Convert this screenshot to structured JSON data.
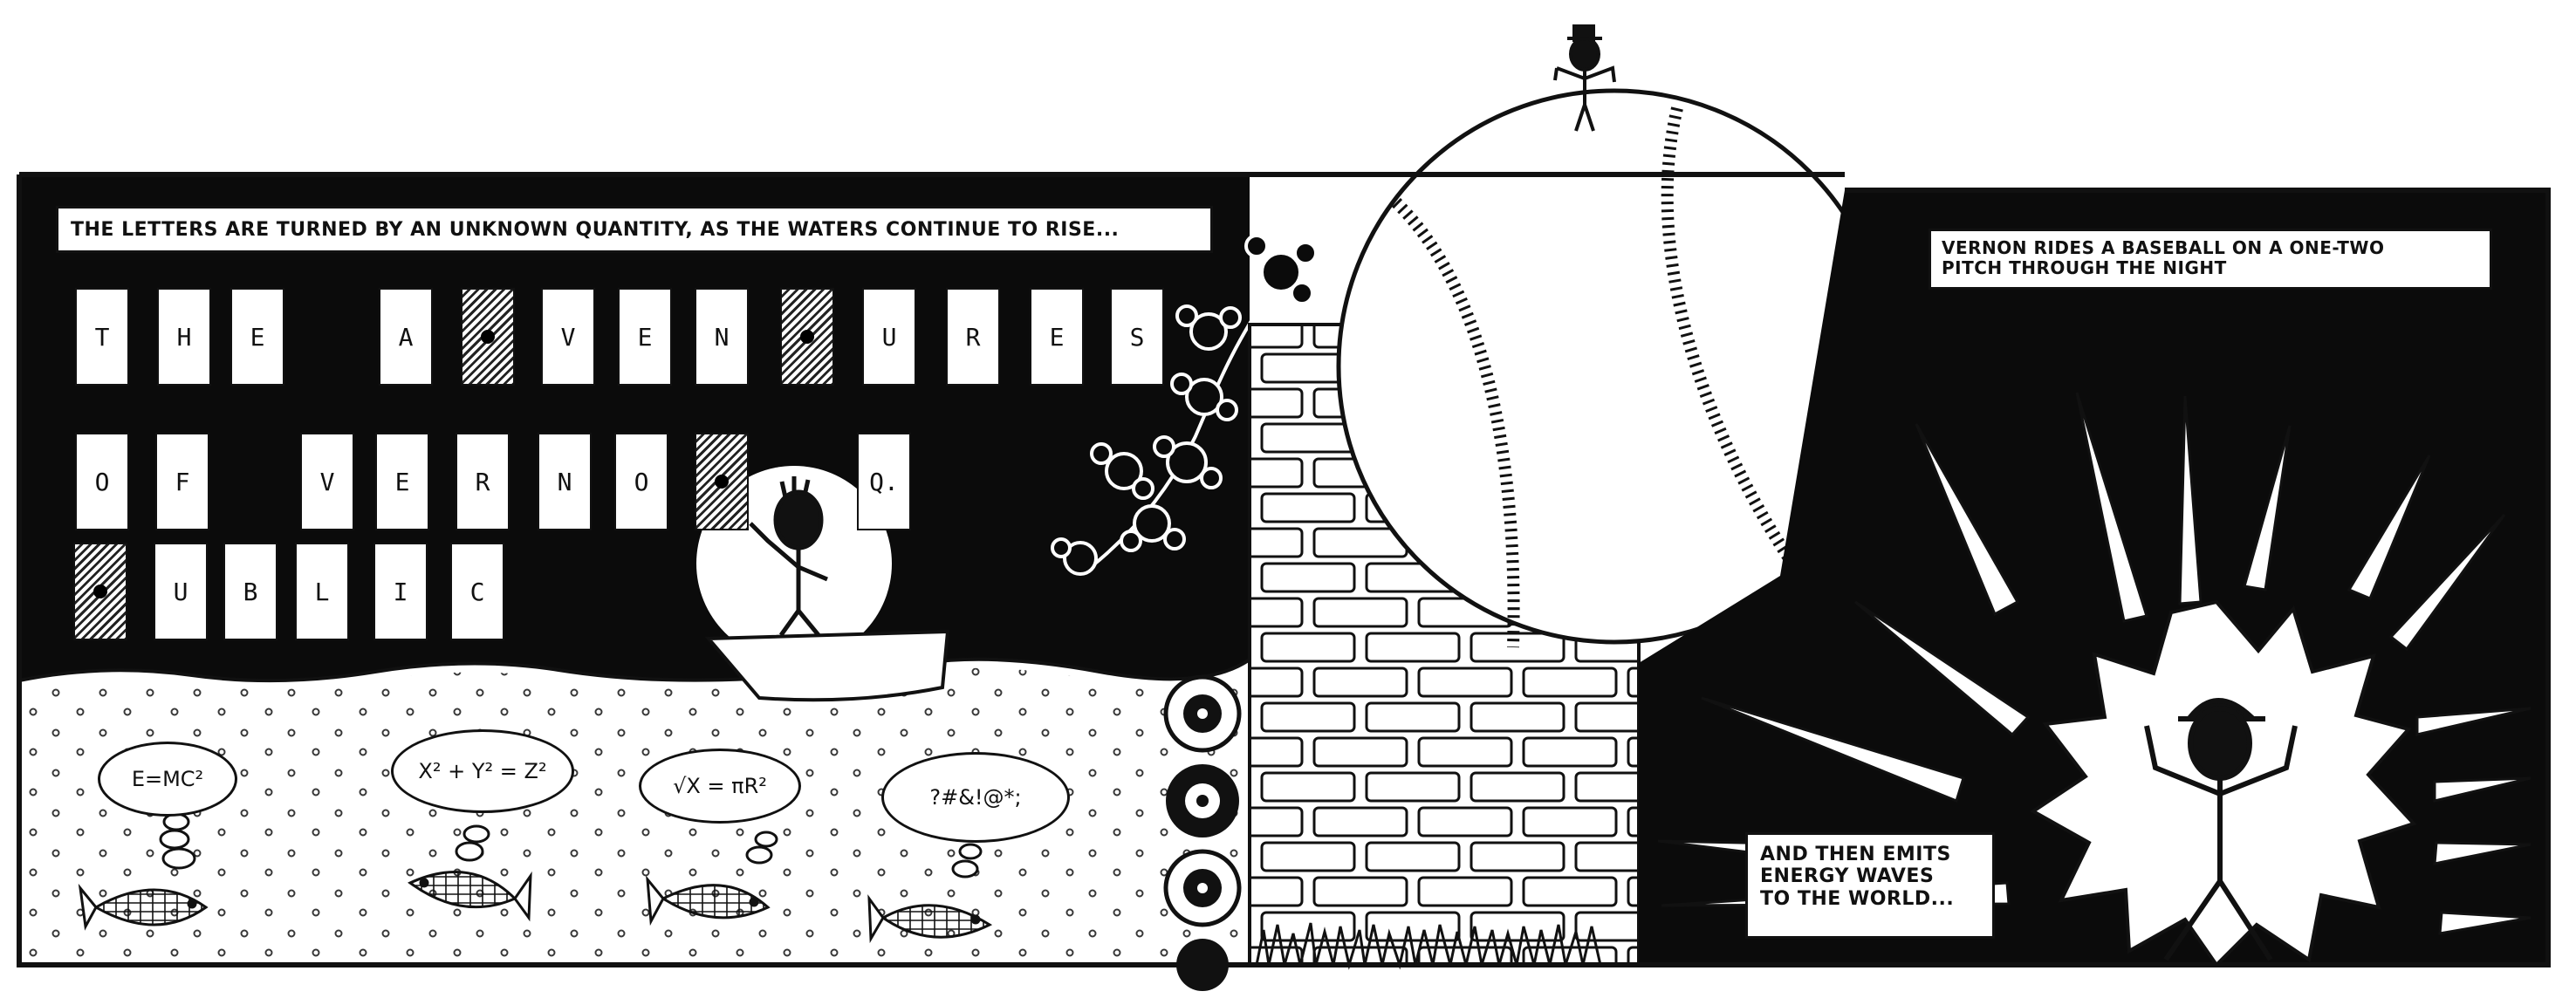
{
  "captions": {
    "panel1": "THE LETTERS ARE TURNED BY AN UNKNOWN QUANTITY, AS THE WATERS CONTINUE TO RISE...",
    "panel3_top_line1": "VERNON RIDES A BASEBALL ON A ONE-TWO",
    "panel3_top_line2": "PITCH THROUGH THE NIGHT",
    "panel3_bottom_line1": "AND THEN EMITS",
    "panel3_bottom_line2": "ENERGY WAVES",
    "panel3_bottom_line3": "TO THE WORLD..."
  },
  "letters": {
    "row1": [
      "T",
      "H",
      "E",
      "",
      "A",
      "",
      "V",
      "E",
      "N",
      "",
      "U",
      "R",
      "E",
      "S"
    ],
    "row2": [
      "O",
      "F",
      "",
      "V",
      "E",
      "R",
      "N",
      "O",
      "",
      "Q."
    ],
    "row3": [
      "",
      "U",
      "B",
      "L",
      "I",
      "C"
    ]
  },
  "thought_bubbles": [
    "E=MC²",
    "X² + Y² = Z²",
    "√X = πR²",
    "?#&!@*;"
  ],
  "colors": {
    "ink": "#111111",
    "paper": "#ffffff",
    "panel_black": "#0b0b0b"
  }
}
